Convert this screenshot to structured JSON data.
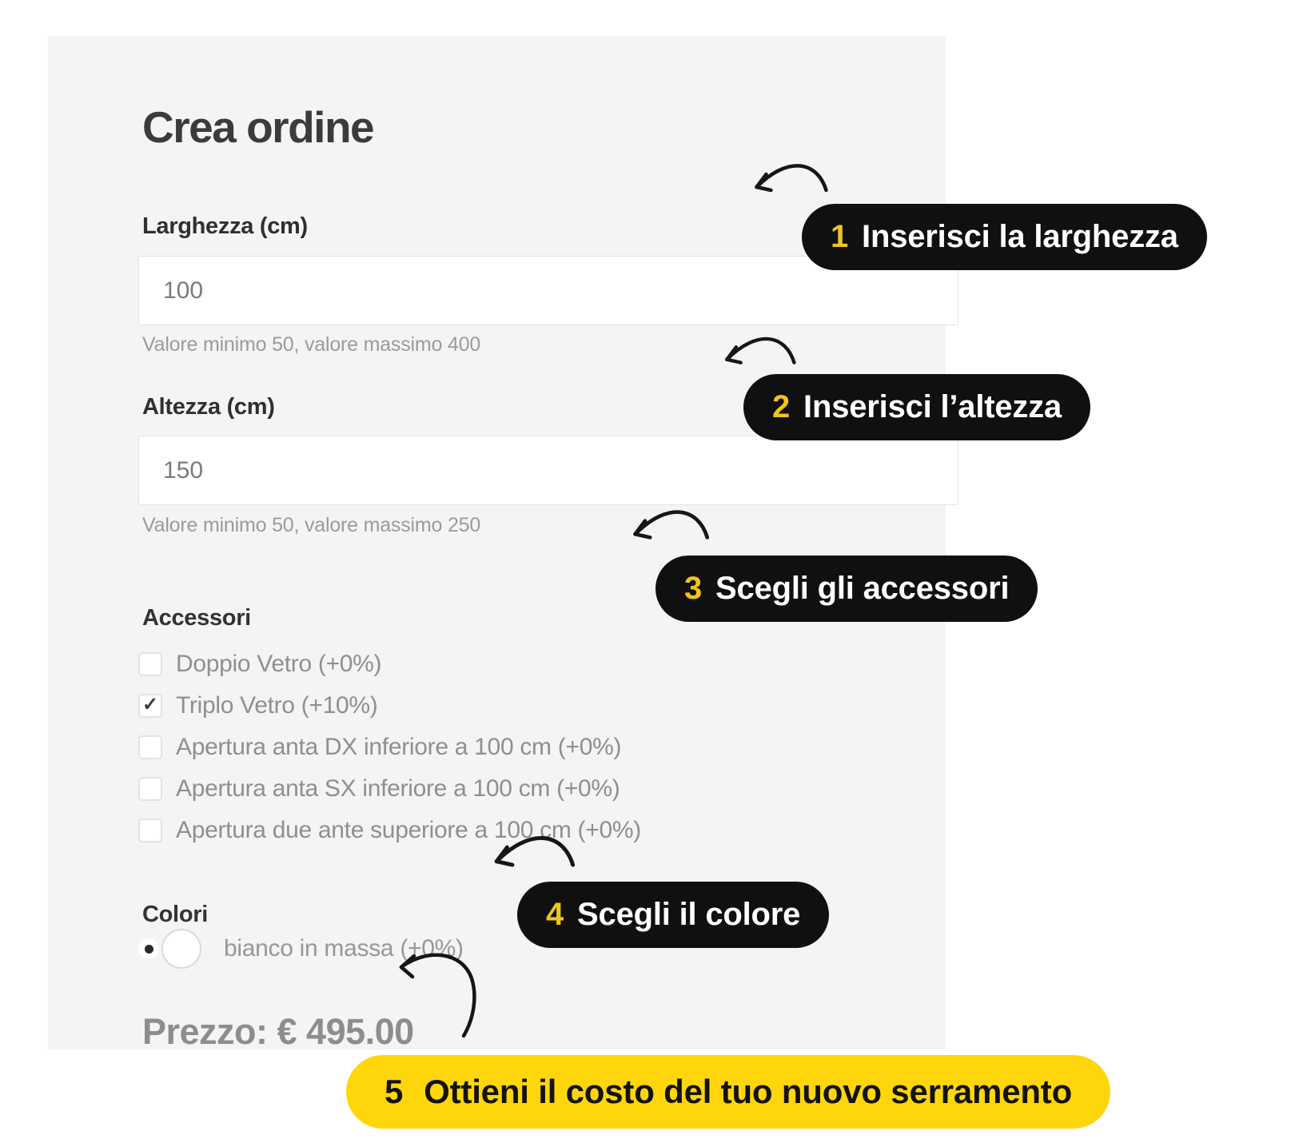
{
  "page": {
    "title": "Crea ordine"
  },
  "form": {
    "width_field": {
      "label": "Larghezza (cm)",
      "value": "100",
      "hint": "Valore minimo 50, valore massimo 400"
    },
    "height_field": {
      "label": "Altezza (cm)",
      "value": "150",
      "hint": "Valore minimo 50, valore massimo 250"
    },
    "accessories": {
      "label": "Accessori",
      "options": [
        {
          "label": "Doppio Vetro (+0%)",
          "checked": false
        },
        {
          "label": "Triplo Vetro (+10%)",
          "checked": true
        },
        {
          "label": "Apertura anta DX inferiore a 100 cm (+0%)",
          "checked": false
        },
        {
          "label": "Apertura anta SX inferiore a 100 cm (+0%)",
          "checked": false
        },
        {
          "label": "Apertura due ante superiore a 100 cm (+0%)",
          "checked": false
        }
      ]
    },
    "colors_section": {
      "label": "Colori",
      "options": [
        {
          "label": "bianco in massa (+0%)",
          "selected": true,
          "swatch_color": "#ffffff"
        }
      ]
    },
    "price_text": "Prezzo: € 495.00"
  },
  "annotations": [
    {
      "number": "1",
      "text": "Inserisci la larghezza"
    },
    {
      "number": "2",
      "text": "Inserisci l’altezza"
    },
    {
      "number": "3",
      "text": "Scegli gli accessori"
    },
    {
      "number": "4",
      "text": "Scegli il colore"
    },
    {
      "number": "5",
      "text": "Ottieni il costo del tuo nuovo serramento"
    }
  ],
  "icons": {
    "check": "✓"
  },
  "colors": {
    "card_background": "#f4f4f5",
    "pill_background": "#101011",
    "pill_number_accent": "#f0c419",
    "highlight_pill_background": "#ffd60b"
  }
}
